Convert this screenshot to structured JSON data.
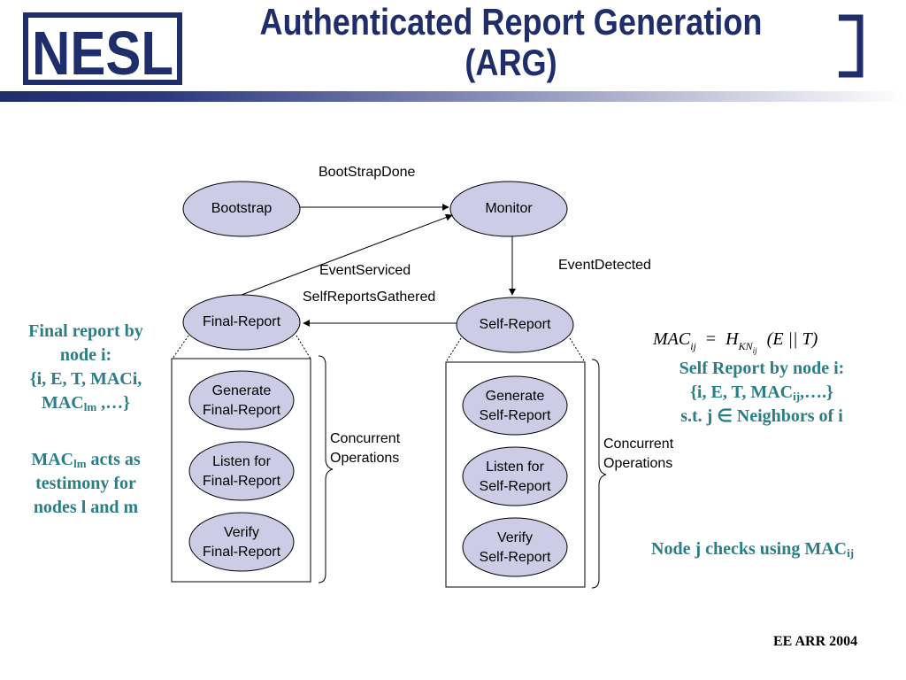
{
  "header": {
    "logo_text": "NESL",
    "title_line1": "Authenticated Report Generation",
    "title_line2": "(ARG)"
  },
  "states": {
    "bootstrap": "Bootstrap",
    "monitor": "Monitor",
    "final_report": "Final-Report",
    "self_report": "Self-Report"
  },
  "transitions": {
    "bootstrap_done": "BootStrapDone",
    "event_detected": "EventDetected",
    "event_serviced": "EventServiced",
    "self_reports_gathered": "SelfReportsGathered"
  },
  "final_report_ops": {
    "generate": [
      "Generate",
      "Final-Report"
    ],
    "listen": [
      "Listen for",
      "Final-Report"
    ],
    "verify": [
      "Verify",
      "Final-Report"
    ]
  },
  "self_report_ops": {
    "generate": [
      "Generate",
      "Self-Report"
    ],
    "listen": [
      "Listen for",
      "Self-Report"
    ],
    "verify": [
      "Verify",
      "Self-Report"
    ]
  },
  "concurrent_label": [
    "Concurrent",
    "Operations"
  ],
  "left_notes": {
    "final_line1": "Final report by",
    "final_line2": "node i:",
    "final_line3": "{i, E, T, MACi,",
    "final_line4_pre": "MAC",
    "final_line4_sub": "lm",
    "final_line4_post": " ,…}",
    "mac_line1_pre": "MAC",
    "mac_line1_sub": "lm",
    "mac_line1_post": " acts as",
    "mac_line2": "testimony for",
    "mac_line3": "nodes l and m"
  },
  "right_notes": {
    "formula": {
      "lhs": "MAC",
      "lhs_sub": "ij",
      "equals": "=",
      "func": "H",
      "func_sub": "KN",
      "func_subsub": "ij",
      "arg": "(E || T)"
    },
    "self_line1": "Self Report by node i:",
    "self_line2_pre": "{i, E, T, MAC",
    "self_line2_sub": "ij",
    "self_line2_post": ",….}",
    "self_line3": "s.t. j ∈ Neighbors of i",
    "check_pre": "Node j checks using MAC",
    "check_sub": "ij"
  },
  "footer": "EE ARR 2004",
  "colors": {
    "navy": "#1f2d6b",
    "ellipse_fill": "#cccce6",
    "teal_text": "#2a7f86"
  }
}
